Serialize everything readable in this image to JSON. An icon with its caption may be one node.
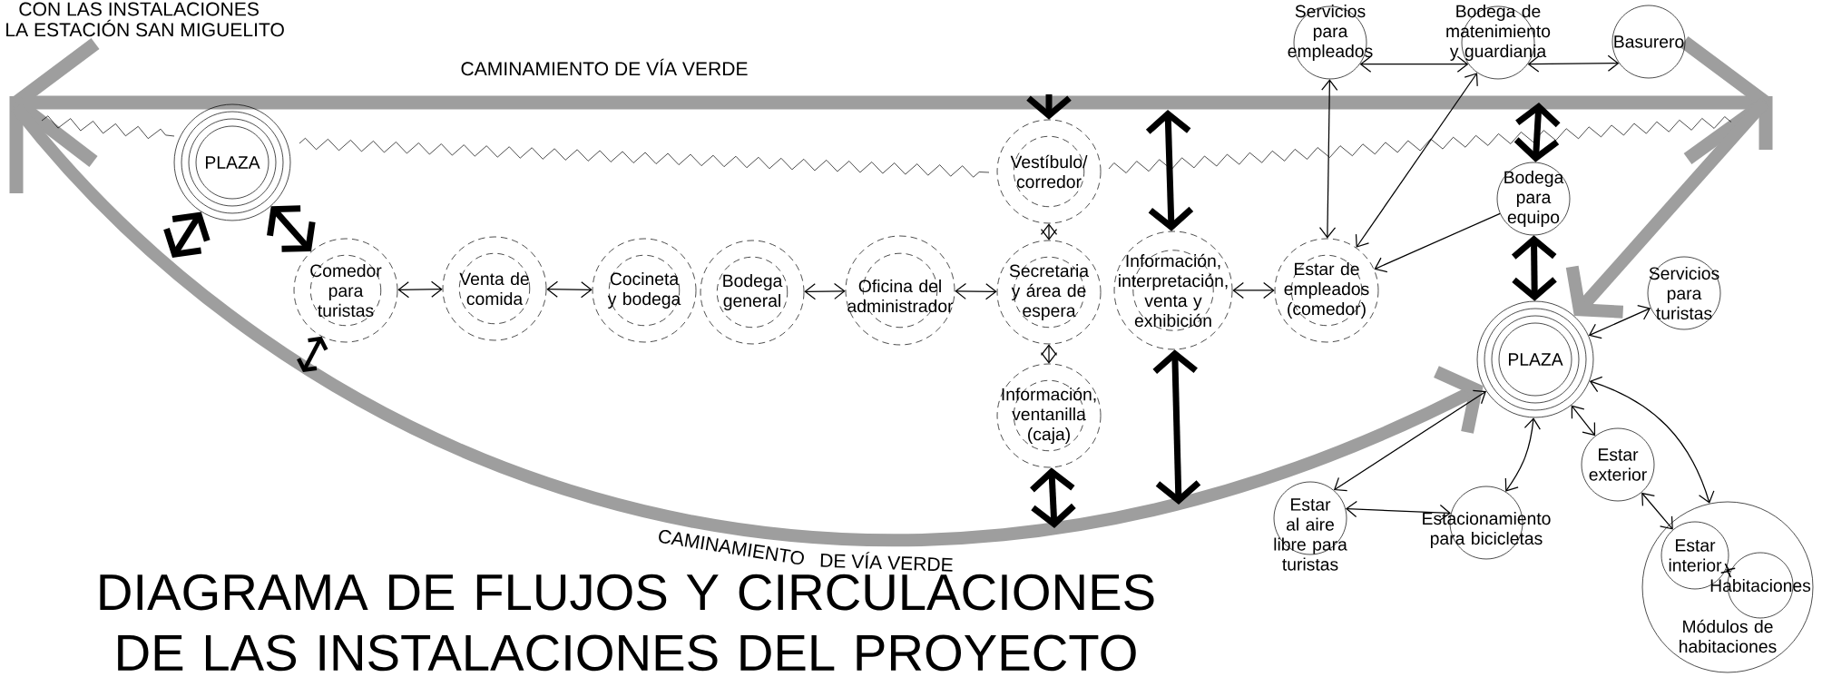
{
  "diagram": {
    "title": "DIAGRAMA DE FLUJOS Y CIRCULACIONES DE LAS INSTALACIONES DEL PROYECTO",
    "nodes": [
      {
        "text": [
          "PLAZA"
        ]
      },
      {
        "text": [
          "Comedor para turistas"
        ]
      },
      {
        "text": [
          "Venta de comida"
        ]
      },
      {
        "text": [
          "Cocineta y bodega"
        ]
      },
      {
        "text": [
          "Bodega general"
        ]
      },
      {
        "text": [
          "Oficina del administrador"
        ]
      },
      {
        "text": [
          "Vestíbulo/corredor"
        ]
      },
      {
        "text": [
          "Secretaria y área de espera"
        ]
      },
      {
        "text": [
          "Información, ventanilla (caja)"
        ]
      },
      {
        "text": [
          "Información, interpretación, venta y exhibición"
        ]
      },
      {
        "text": [
          "Estar de empleados (comedor)"
        ]
      },
      {
        "text": [
          "Servicios para empleados"
        ]
      },
      {
        "text": [
          "Bodega de matenimiento y guardiania"
        ]
      },
      {
        "text": [
          "Basurero"
        ]
      },
      {
        "text": [
          "Bodega para equipo"
        ]
      },
      {
        "text": [
          "PLAZA"
        ]
      },
      {
        "text": [
          "Servicios para turistas"
        ]
      },
      {
        "text": [
          "Estar al aire libre para turistas"
        ]
      },
      {
        "text": [
          "Estacionamiento para bicicletas"
        ]
      },
      {
        "text": [
          "Estar exterior"
        ]
      },
      {
        "text": [
          "Módulos de habitaciones"
        ]
      },
      {
        "text": [
          "Estar interior"
        ],
        "in": 20
      },
      {
        "text": [
          "Habitaciones"
        ],
        "in": 20
      }
    ],
    "edges": [
      {
        "from": null,
        "to": 0,
        "arrow": "both",
        "style": "thick"
      },
      {
        "from": 0,
        "to": 1,
        "arrow": "both",
        "style": "thick"
      },
      {
        "from": null,
        "to": 1,
        "arrow": "both",
        "style": "thick"
      },
      {
        "from": 1,
        "to": 2,
        "arrow": "both"
      },
      {
        "from": 2,
        "to": 3,
        "arrow": "both"
      },
      {
        "from": 4,
        "to": 5,
        "arrow": "both"
      },
      {
        "from": 5,
        "to": 7,
        "arrow": "both"
      },
      {
        "from": 6,
        "to": 7,
        "arrow": "both"
      },
      {
        "from": 7,
        "to": 8,
        "arrow": "both"
      },
      {
        "from": null,
        "to": 6,
        "arrow": "to",
        "style": "thick"
      },
      {
        "from": null,
        "to": 8,
        "arrow": "both",
        "style": "thick"
      },
      {
        "from": null,
        "to": 9,
        "arrow": "both",
        "style": "thick"
      },
      {
        "from": null,
        "to": 9,
        "arrow": "both",
        "style": "thick"
      },
      {
        "from": 9,
        "to": 10,
        "arrow": "both"
      },
      {
        "from": 11,
        "to": 10,
        "arrow": "both"
      },
      {
        "from": 12,
        "to": 10,
        "arrow": "both"
      },
      {
        "from": 14,
        "to": 10,
        "arrow": "to"
      },
      {
        "from": 11,
        "to": 12,
        "arrow": "both"
      },
      {
        "from": 12,
        "to": 13,
        "arrow": "both"
      },
      {
        "from": null,
        "to": 14,
        "arrow": "both",
        "style": "thick"
      },
      {
        "from": 14,
        "to": 15,
        "arrow": "both",
        "style": "thick"
      },
      {
        "from": 15,
        "to": 16,
        "arrow": "both"
      },
      {
        "from": 15,
        "to": 17,
        "arrow": "both"
      },
      {
        "from": 17,
        "to": 18,
        "arrow": "both"
      },
      {
        "from": 15,
        "to": 18,
        "arrow": "both"
      },
      {
        "from": 15,
        "to": 19,
        "arrow": "both"
      },
      {
        "from": 19,
        "to": 21,
        "arrow": "both"
      },
      {
        "from": 15,
        "to": 20,
        "arrow": "both"
      },
      {
        "from": 21,
        "to": 22,
        "arrow": "both"
      },
      {
        "from": null,
        "to": 15,
        "arrow": "to",
        "style": "thick",
        "color": "#9e9e9e"
      },
      {
        "from": null,
        "to": 15,
        "arrow": "to",
        "style": "thick",
        "color": "#9e9e9e"
      }
    ],
    "labels": [
      "CON LAS INSTALACIONES",
      "LA ESTACIÓN SAN MIGUELITO",
      "CAMINAMIENTO DE VÍA VERDE",
      "CAMINAMIENTO",
      "DE VÍA VERDE"
    ]
  }
}
